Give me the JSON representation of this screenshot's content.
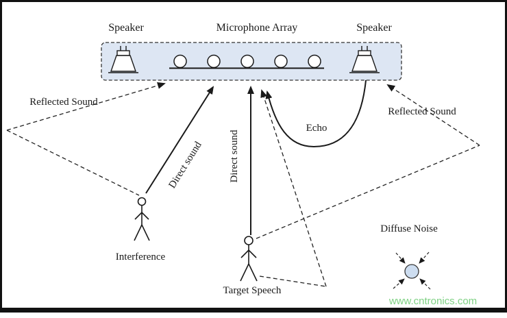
{
  "array": {
    "label": "Microphone Array",
    "speaker_left_label": "Speaker",
    "speaker_right_label": "Speaker",
    "microphone_count": 5
  },
  "paths": {
    "reflected_left_label": "Reflected Sound",
    "reflected_right_label": "Reflected Sound",
    "echo_label": "Echo",
    "direct_interference_label": "Direct sound",
    "direct_target_label": "Direct sound"
  },
  "sources": {
    "interference_label": "Interference",
    "target_label": "Target Speech",
    "diffuse_label": "Diffuse Noise"
  },
  "watermark": "www.cntronics.com",
  "colors": {
    "array_box_fill": "#dde6f3",
    "line": "#1a1a1a",
    "noise_dot_fill": "#cdddf0",
    "watermark": "#7fd184"
  }
}
